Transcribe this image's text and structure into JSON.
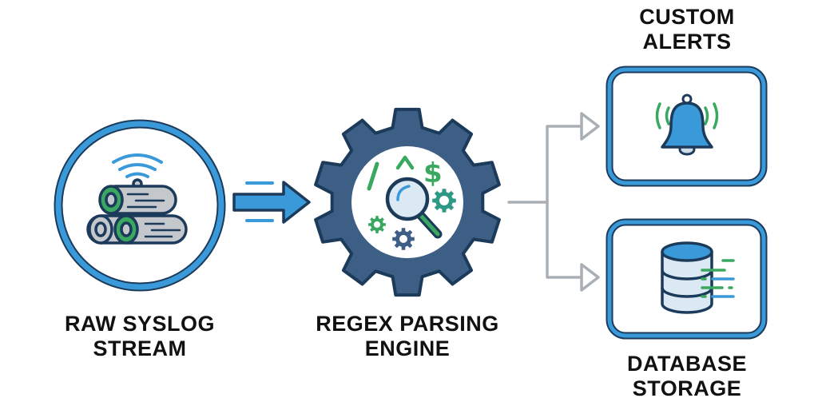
{
  "diagram": {
    "title": "Syslog regex parsing pipeline",
    "colors": {
      "primary_blue": "#3a9ad9",
      "dark_navy": "#1c3a5a",
      "gear_slate": "#3e5f85",
      "green": "#3aa860",
      "teal": "#2e9a86",
      "connector_gray": "#a9b0b5",
      "log_gray": "#c4c8cc"
    },
    "nodes": [
      {
        "id": "raw",
        "lines": [
          "RAW SYSLOG",
          "STREAM"
        ],
        "icon": "logs-wireless-icon"
      },
      {
        "id": "regex",
        "lines": [
          "REGEX PARSING",
          "ENGINE"
        ],
        "icon": "gear-magnifier-icon",
        "symbols": [
          "/",
          "^",
          "$"
        ]
      },
      {
        "id": "alerts",
        "lines": [
          "CUSTOM",
          "ALERTS"
        ],
        "icon": "bell-icon"
      },
      {
        "id": "db",
        "lines": [
          "DATABASE",
          "STORAGE"
        ],
        "icon": "database-icon"
      }
    ],
    "edges": [
      {
        "from": "raw",
        "to": "regex",
        "style": "bold-blue-arrow"
      },
      {
        "from": "regex",
        "to": "alerts",
        "style": "gray-branch-arrow"
      },
      {
        "from": "regex",
        "to": "db",
        "style": "gray-branch-arrow"
      }
    ]
  }
}
